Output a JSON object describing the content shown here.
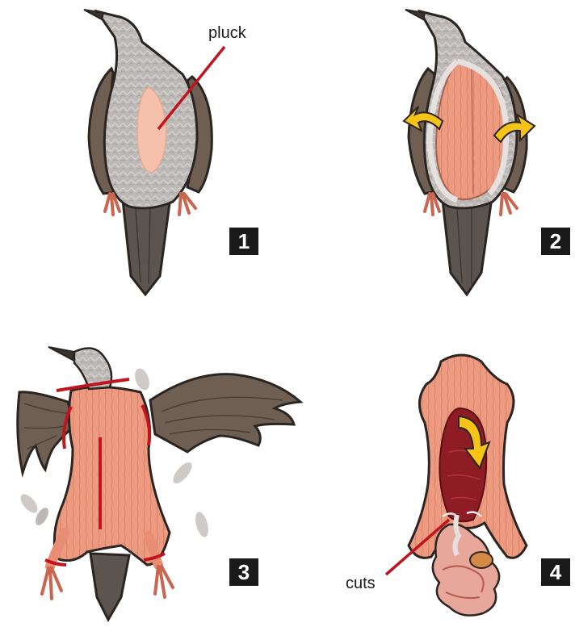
{
  "panels": [
    {
      "step": "1",
      "callout": "pluck"
    },
    {
      "step": "2"
    },
    {
      "step": "3"
    },
    {
      "step": "4",
      "callout": "cuts"
    }
  ],
  "colors": {
    "feather_gray": "#b4b0ae",
    "feather_light": "#d2cecc",
    "wing_brown": "#6e5f52",
    "wing_dark": "#4a3f36",
    "tail": "#5a534d",
    "skin_pink": "#f0a28a",
    "skin_light": "#f6c1ac",
    "muscle": "#e98e74",
    "cavity": "#8d1c24",
    "cut_line": "#c0141e",
    "arrow_yellow": "#f6c417",
    "arrow_orange": "#e39a12",
    "outline": "#2b2522",
    "badge": "#1a1a1a"
  }
}
